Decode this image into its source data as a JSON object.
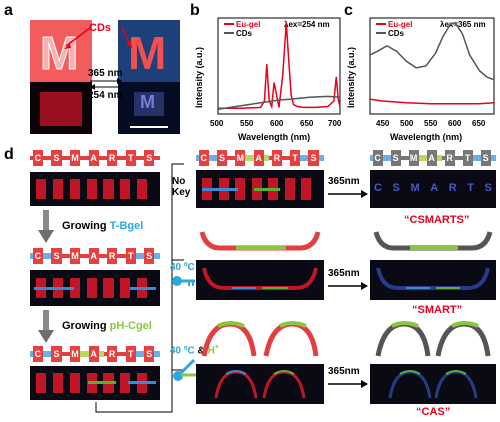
{
  "panel_a": {
    "label": "a",
    "cds_label": "CDs",
    "wavelength_top": "365 nm",
    "wavelength_bottom": "254 nm",
    "letter": "M"
  },
  "panel_b": {
    "label": "b",
    "legend": [
      "Eu-gel",
      "CDs"
    ],
    "excitation": "λex=254 nm",
    "ylabel": "Intensity (a.u.)",
    "xlabel": "Wavelength (nm)",
    "xticks": [
      "500",
      "550",
      "600",
      "650",
      "700"
    ]
  },
  "panel_c": {
    "label": "c",
    "legend": [
      "Eu-gel",
      "CDs"
    ],
    "excitation": "λex=365 nm",
    "ylabel": "Intensity (a.u.)",
    "xlabel": "Wavelength (nm)",
    "xticks": [
      "450",
      "500",
      "550",
      "600",
      "650"
    ]
  },
  "panel_d": {
    "label": "d",
    "step1_prefix": "Growing ",
    "step1_gel": "T-Bgel",
    "step2_prefix": "Growing ",
    "step2_gel": "pH-Cgel",
    "key_none_top": "No",
    "key_none_bottom": "Key",
    "key_temp": "40 ºC",
    "key_temp_ph_a": "40 ºC",
    "key_temp_ph_amp": " & ",
    "key_temp_ph_b": "H",
    "key_temp_ph_sup": "+",
    "uv_1": "365nm",
    "uv_2": "365nm",
    "uv_3": "365nm",
    "result_1": "“CSMARTS”",
    "result_2": "“SMART”",
    "result_3": "“CAS”",
    "strip_letters": [
      "C",
      "S",
      "M",
      "A",
      "R",
      "T",
      "S"
    ]
  },
  "chart_data": [
    {
      "type": "line",
      "title": "λex=254 nm",
      "xlabel": "Wavelength (nm)",
      "ylabel": "Intensity (a.u.)",
      "xlim": [
        500,
        700
      ],
      "series": [
        {
          "name": "Eu-gel",
          "color": "#e8001c",
          "x": [
            500,
            540,
            570,
            576,
            580,
            584,
            588,
            592,
            600,
            606,
            612,
            616,
            620,
            624,
            630,
            640,
            650,
            660,
            680,
            690,
            694,
            697,
            700
          ],
          "y": [
            0.04,
            0.04,
            0.05,
            0.12,
            0.52,
            0.12,
            0.06,
            0.32,
            0.05,
            0.4,
            0.97,
            0.55,
            0.18,
            0.08,
            0.06,
            0.05,
            0.05,
            0.05,
            0.06,
            0.12,
            0.38,
            0.14,
            0.06
          ]
        },
        {
          "name": "CDs",
          "color": "#555555",
          "x": [
            500,
            520,
            550,
            580,
            600,
            620,
            650,
            680,
            700
          ],
          "y": [
            0.03,
            0.05,
            0.08,
            0.11,
            0.13,
            0.14,
            0.16,
            0.17,
            0.16
          ]
        }
      ]
    },
    {
      "type": "line",
      "title": "λex=365 nm",
      "xlabel": "Wavelength (nm)",
      "ylabel": "Intensity (a.u.)",
      "xlim": [
        425,
        680
      ],
      "series": [
        {
          "name": "Eu-gel",
          "color": "#e8001c",
          "x": [
            425,
            450,
            500,
            550,
            600,
            650,
            680
          ],
          "y": [
            0.14,
            0.12,
            0.1,
            0.09,
            0.09,
            0.09,
            0.1
          ]
        },
        {
          "name": "CDs",
          "color": "#555555",
          "x": [
            425,
            440,
            460,
            480,
            500,
            520,
            540,
            560,
            575,
            590,
            600,
            615,
            630,
            650,
            665,
            680
          ],
          "y": [
            0.62,
            0.66,
            0.72,
            0.66,
            0.55,
            0.48,
            0.5,
            0.64,
            0.82,
            0.95,
            0.97,
            0.85,
            0.62,
            0.45,
            0.38,
            0.35
          ]
        }
      ]
    }
  ]
}
